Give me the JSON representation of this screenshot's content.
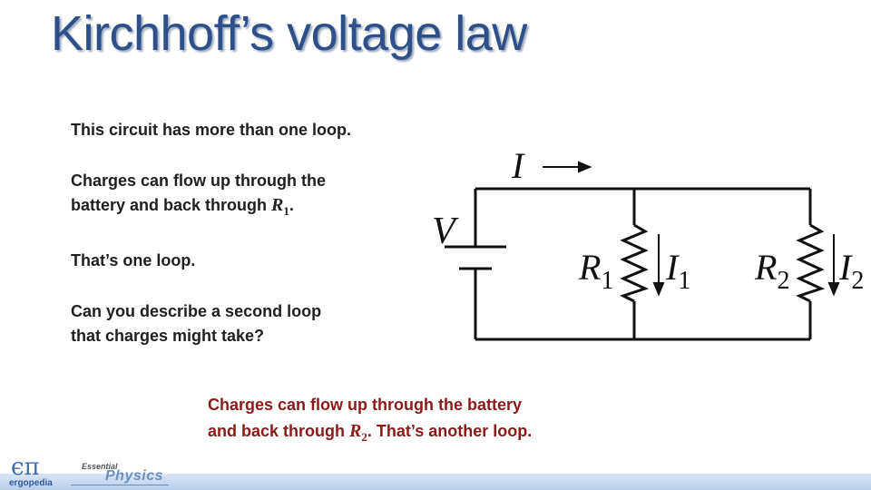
{
  "slide": {
    "title": "Kirchhoff’s voltage law",
    "line1": "This circuit has more than one loop.",
    "line2a": "Charges can flow up through the",
    "line2b_pre": "battery and back through ",
    "line2b_var": "R",
    "line2b_sub": "1",
    "line2b_post": ".",
    "line3": "That’s one loop.",
    "line4a": "Can you describe a second loop",
    "line4b": "that charges might take?",
    "answer_a": "Charges can flow up through the battery",
    "answer_b_pre": "and back through ",
    "answer_b_var": "R",
    "answer_b_sub": "2",
    "answer_b_post": ".  That’s another loop."
  },
  "circuit": {
    "current_label": "I",
    "voltage_label": "V",
    "r1_label": "R",
    "r1_sub": "1",
    "i1_label": "I",
    "i1_sub": "1",
    "r2_label": "R",
    "r2_sub": "2",
    "i2_label": "I",
    "i2_sub": "2"
  },
  "footer": {
    "logo_symbol": "ϵπ",
    "logo_word": "ergopedia",
    "brand_small": "Essential",
    "brand_big": "Physics"
  }
}
